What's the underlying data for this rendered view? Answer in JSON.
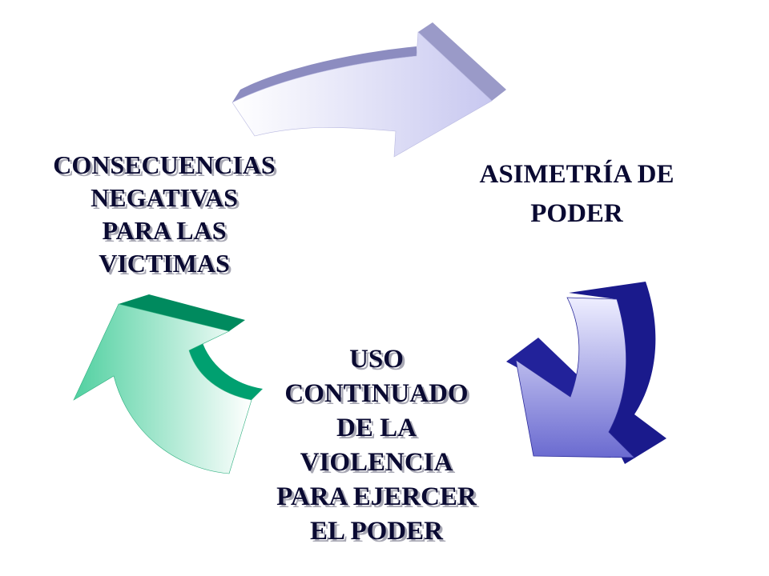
{
  "diagram": {
    "nodes": {
      "consequences": {
        "lines": [
          "CONSECUENCIAS",
          "NEGATIVAS",
          "PARA LAS",
          "VICTIMAS"
        ]
      },
      "asymmetry": {
        "lines": [
          "ASIMETRÍA DE",
          "PODER"
        ]
      },
      "use": {
        "lines": [
          "USO",
          "CONTINUADO",
          "DE LA",
          "VIOLENCIA",
          "PARA EJERCER",
          "EL PODER"
        ]
      }
    },
    "arrows": {
      "top": {
        "icon": "curved-arrow-icon",
        "from": "consequences",
        "to": "asymmetry",
        "color_light": "#ffffff",
        "color_mid": "#c8c8f0",
        "color_dark": "#8c8cc0"
      },
      "right": {
        "icon": "curved-arrow-icon",
        "from": "asymmetry",
        "to": "use",
        "color_light": "#eeeeff",
        "color_mid": "#9090d8",
        "color_dark": "#1a1a8c"
      },
      "left": {
        "icon": "curved-arrow-icon",
        "from": "use",
        "to": "consequences",
        "color_light": "#ffffff",
        "color_mid": "#50d0a0",
        "color_dark": "#008a5e"
      }
    }
  }
}
